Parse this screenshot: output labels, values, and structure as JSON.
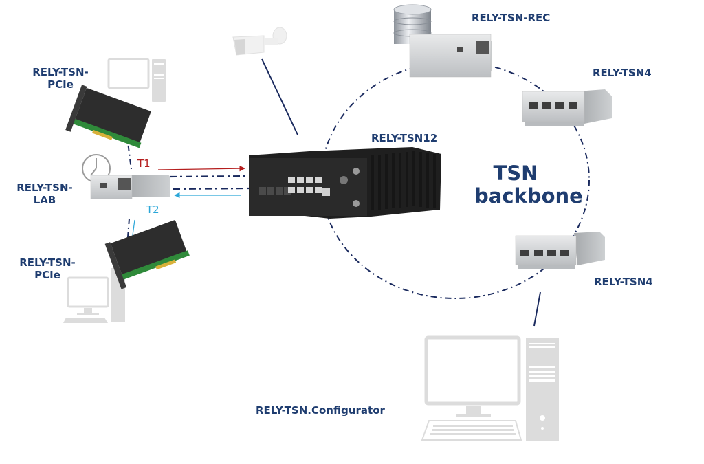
{
  "diagram": {
    "title": "TSN network topology",
    "colors": {
      "label": "#1f3d70",
      "link": "#1a2a5e",
      "t1": "#b51e1e",
      "t2": "#2aa6d8",
      "device_dark": "#2a2a2a",
      "device_silver": "#cfd2d4",
      "pc_gray": "#dedede"
    },
    "labels": {
      "pcie_top": [
        "RELY-TSN-",
        "PCIe"
      ],
      "lab": [
        "RELY-TSN-",
        "LAB"
      ],
      "pcie_bottom": [
        "RELY-TSN-",
        "PCIe"
      ],
      "tsn12": "RELY-TSN12",
      "rec": "RELY-TSN-REC",
      "tsn4_top": "RELY-TSN4",
      "tsn4_bottom": "RELY-TSN4",
      "backbone": [
        "TSN",
        "backbone"
      ],
      "configurator": "RELY-TSN.Configurator",
      "t1": "T1",
      "t2": "T2"
    },
    "nodes": [
      {
        "id": "pcie_top",
        "type": "pcie-card-with-pc"
      },
      {
        "id": "lab",
        "type": "lab-device-with-clock"
      },
      {
        "id": "pcie_bottom",
        "type": "pcie-card-with-pc"
      },
      {
        "id": "camera",
        "type": "ip-camera"
      },
      {
        "id": "tsn12",
        "type": "tsn-switch-12-port"
      },
      {
        "id": "rec",
        "type": "recorder-with-database"
      },
      {
        "id": "tsn4_top",
        "type": "tsn-switch-4-port"
      },
      {
        "id": "tsn4_bottom",
        "type": "tsn-switch-4-port"
      },
      {
        "id": "configurator",
        "type": "desktop-pc"
      }
    ],
    "links": [
      {
        "from": "pcie_top",
        "to": "lab",
        "style": "dash-dot"
      },
      {
        "from": "lab",
        "to": "pcie_bottom",
        "style": "dash-dot"
      },
      {
        "from": "lab",
        "to": "tsn12",
        "style": "dash-dot",
        "count": 2
      },
      {
        "from": "camera",
        "to": "tsn12",
        "style": "solid"
      },
      {
        "from": "tsn4_bottom",
        "to": "configurator",
        "style": "solid"
      },
      {
        "ring": [
          "tsn12",
          "rec",
          "tsn4_top",
          "tsn4_bottom"
        ],
        "style": "dash-dot",
        "name": "TSN backbone"
      }
    ],
    "flows": [
      {
        "name": "T1",
        "from": "pcie_top",
        "via": "lab",
        "to": "tsn12",
        "color": "#b51e1e"
      },
      {
        "name": "T2",
        "from": "tsn12",
        "via": "lab",
        "to": "pcie_bottom",
        "color": "#2aa6d8"
      }
    ]
  }
}
